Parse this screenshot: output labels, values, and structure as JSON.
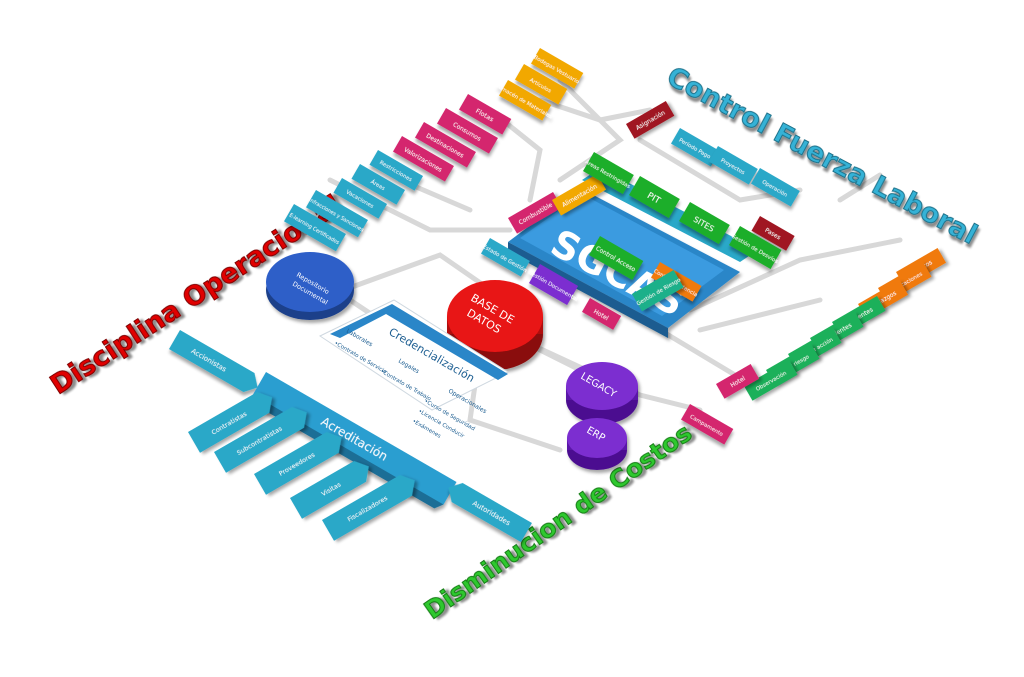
{
  "titles": {
    "control": "Control Fuerza Laboral",
    "disciplina": "Disciplina Operacional",
    "costos": "Disminucion de Costos"
  },
  "center": {
    "sgcas": "SGCAS",
    "base_datos_1": "BASE DE",
    "base_datos_2": "DATOS",
    "legacy": "LEGACY",
    "erp": "ERP",
    "repositorio_1": "Repositorio",
    "repositorio_2": "Documental"
  },
  "around_sgcas": {
    "combustible": "Combustible",
    "alimentacion": "Alimentación",
    "estado_gestion": "Estado de Gestión",
    "control_acceso": "Control Acceso",
    "control_asistencia": "Control Asistencia",
    "gestion_documental": "Gestión Documental",
    "gestion_riesgo": "Gestión de Riesgo",
    "hotel": "Hotel"
  },
  "yellow": [
    "Bodegas Vestuario",
    "Artículos",
    "Almacén de Materiales"
  ],
  "flotas": [
    "Flotas",
    "Consumos",
    "Destinaciones",
    "Valorizaciones"
  ],
  "cyan_stack": [
    "Restricciones",
    "Áreas",
    "Vacaciones",
    "Infracciones y Sanciones",
    "E-learning Certificados"
  ],
  "red_boxes": [
    "Asignación",
    "Pases"
  ],
  "cyan_top": [
    "Período Pago",
    "Proyectos",
    "Operación"
  ],
  "green_boxes": [
    "Áreas Restringidas",
    "PIT",
    "SITES",
    "Gestión de Desvíos"
  ],
  "orange_boxes": [
    "Eventos",
    "Notificaciones",
    "Hallazgos"
  ],
  "green_right": [
    "Incidentes",
    "Accidentes",
    "Plan de acción",
    "Matriz riesgo",
    "Observación"
  ],
  "magenta_bottom": [
    "Hotel",
    "Campamento"
  ],
  "credencializacion": {
    "title": "Credencialización",
    "labels": [
      "Laborales",
      "Legales",
      "Operacionales"
    ],
    "items_laborales": [
      "•Contrato de Servicio"
    ],
    "items_legales": [
      "•Contrato de Trabajo"
    ],
    "items_operacionales": [
      "•Curso de Seguridad",
      "•Licencia Conducir",
      "•Exámenes"
    ]
  },
  "acreditacion": {
    "title": "Acreditación",
    "accionistas": "Accionistas",
    "autoridades": "Autoridades",
    "arrows": [
      "Contratistas",
      "Subcontratistas",
      "Proveedores",
      "Visitas",
      "Fiscalizadores"
    ]
  },
  "colors": {
    "cyan": "#2aa8c8",
    "yellow": "#f2a800",
    "magenta": "#d4256e",
    "darkred": "#a01824",
    "green": "#1fae2a",
    "orange": "#f07a10",
    "teal": "#1ab08a",
    "purple": "#7b2fd0",
    "blue": "#2f5fc8",
    "red": "#e81414",
    "title_cyan": "#36b2d6",
    "title_red": "#e00000",
    "title_green": "#2ec82e"
  }
}
